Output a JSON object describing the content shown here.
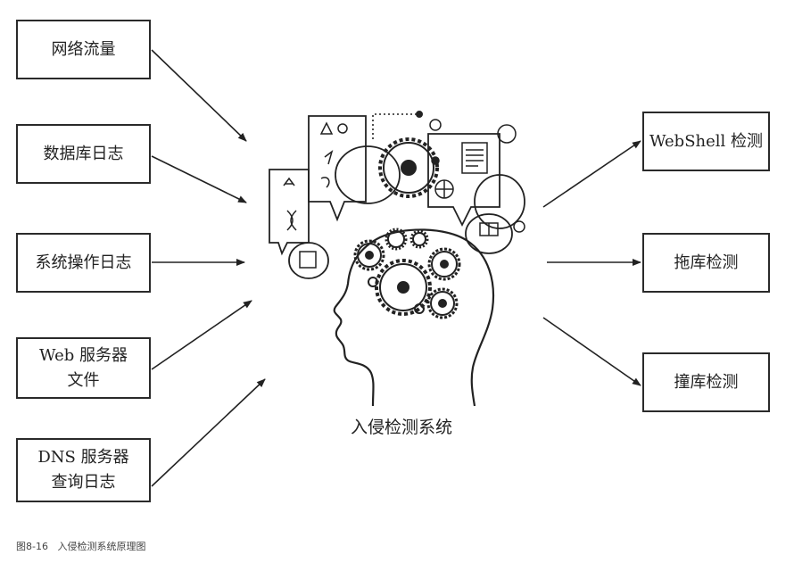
{
  "inputs": {
    "network_traffic": "网络流量",
    "database_log": "数据库日志",
    "system_operation_log": "系统操作日志",
    "web_server_files": "Web 服务器\n文件",
    "dns_server_query_log": "DNS 服务器\n查询日志"
  },
  "outputs": {
    "webshell_detection": "WebShell 检测",
    "data_dump_detection": "拖库检测",
    "credential_stuffing_detection": "撞库检测"
  },
  "center": {
    "label": "入侵检测系统",
    "icon": "head-with-gears-icon"
  },
  "caption": "图8-16   入侵检测系统原理图"
}
